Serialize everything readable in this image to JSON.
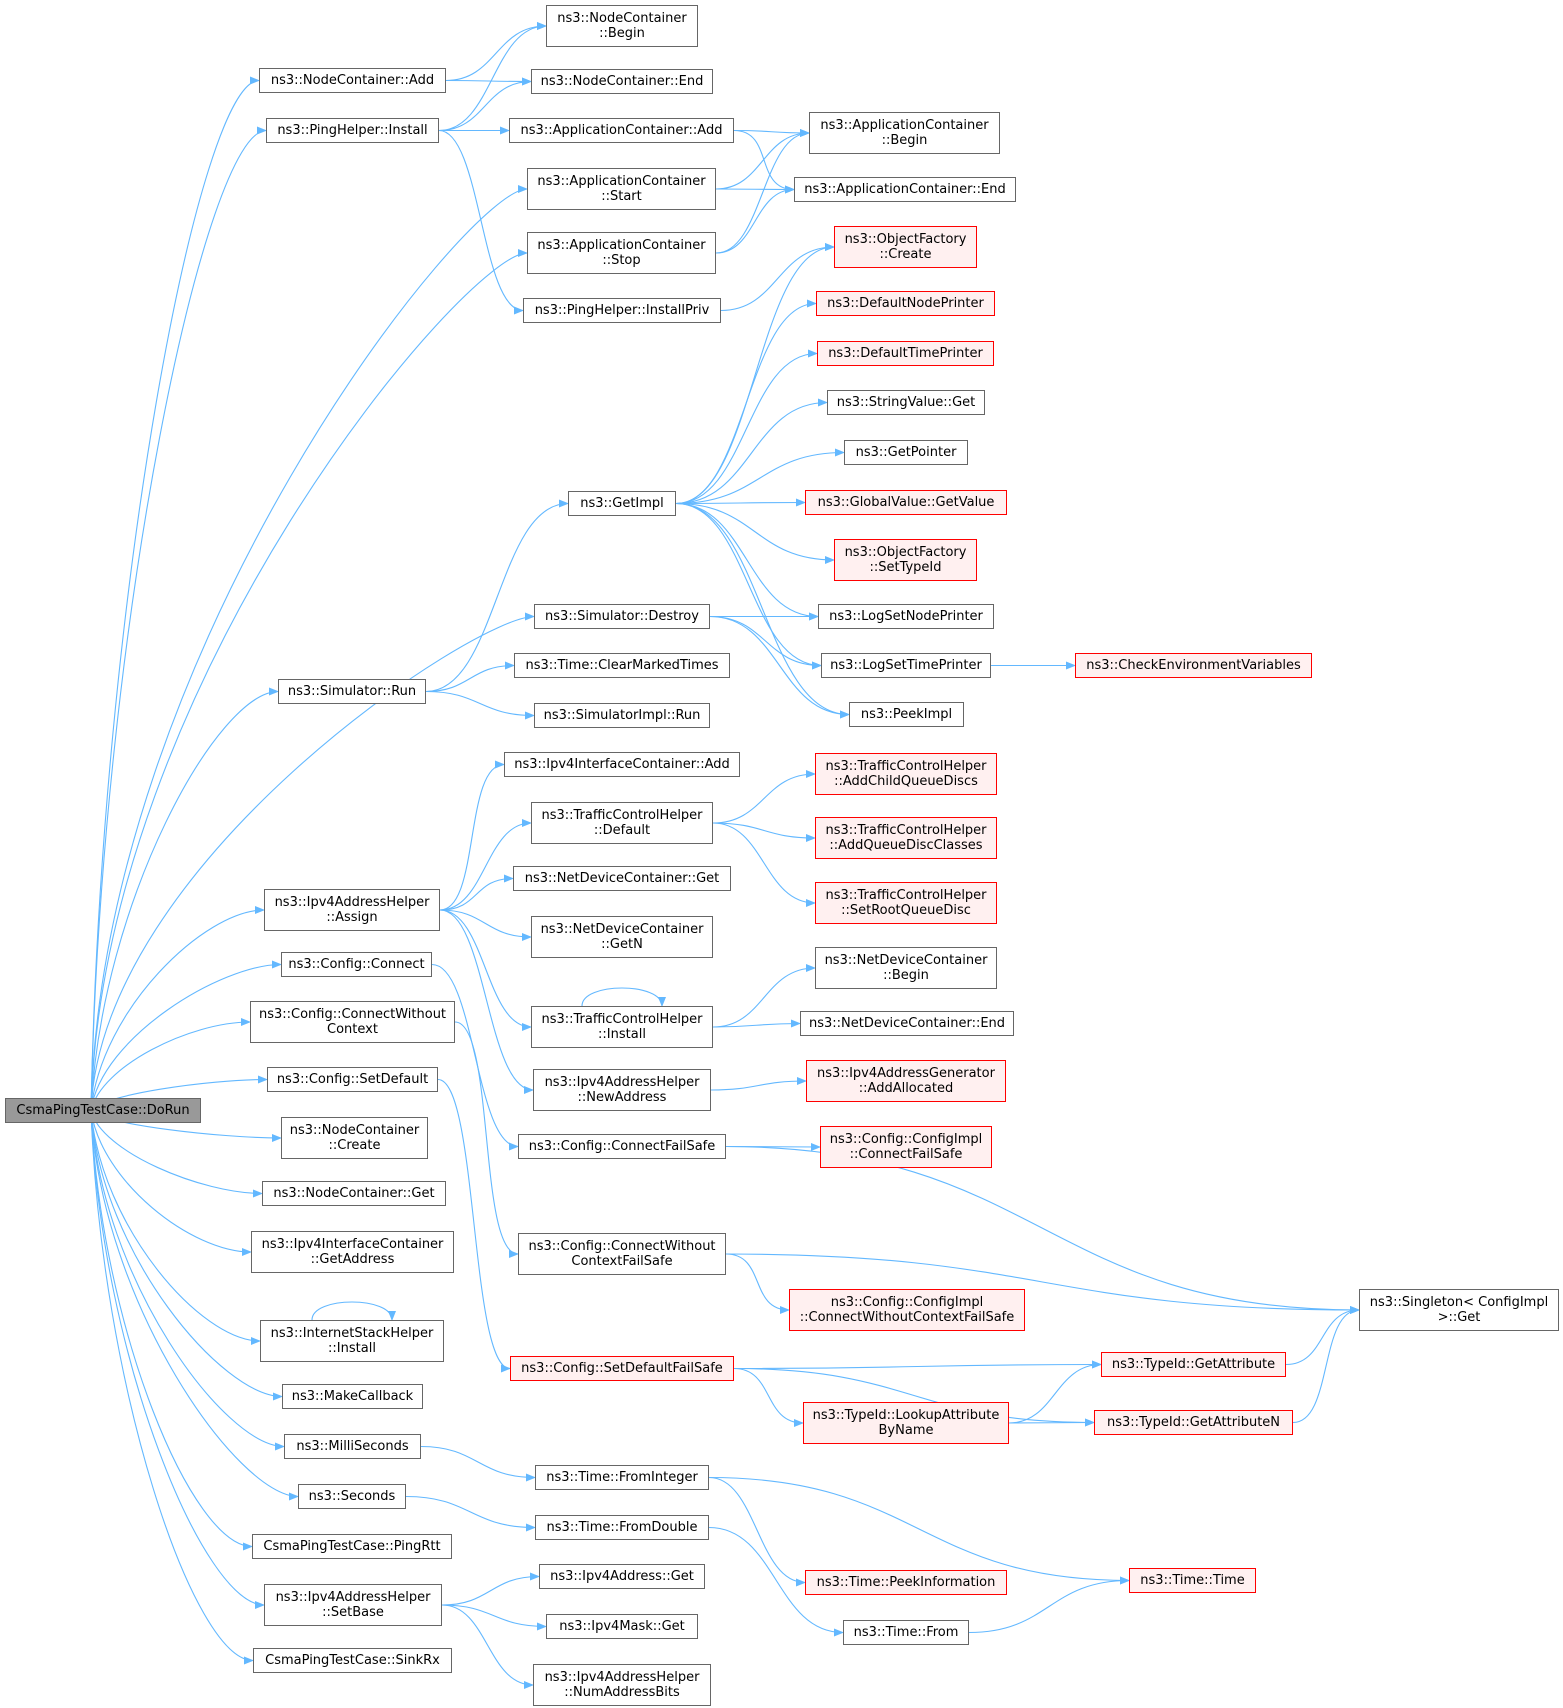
{
  "diagram": {
    "edge_color": "#63b8ff",
    "nodes": [
      {
        "id": "root",
        "lines": [
          "CsmaPingTestCase::DoRun"
        ],
        "style": "root"
      },
      {
        "id": "nc_add",
        "lines": [
          "ns3::NodeContainer::Add"
        ]
      },
      {
        "id": "ph_install",
        "lines": [
          "ns3::PingHelper::Install"
        ]
      },
      {
        "id": "ac_start",
        "lines": [
          "ns3::ApplicationContainer",
          "::Start"
        ]
      },
      {
        "id": "ac_stop",
        "lines": [
          "ns3::ApplicationContainer",
          "::Stop"
        ]
      },
      {
        "id": "sim_destroy",
        "lines": [
          "ns3::Simulator::Destroy"
        ]
      },
      {
        "id": "sim_run",
        "lines": [
          "ns3::Simulator::Run"
        ]
      },
      {
        "id": "ipv4ah_assign",
        "lines": [
          "ns3::Ipv4AddressHelper",
          "::Assign"
        ]
      },
      {
        "id": "cfg_connect",
        "lines": [
          "ns3::Config::Connect"
        ]
      },
      {
        "id": "cfg_connect_wo",
        "lines": [
          "ns3::Config::ConnectWithout",
          "Context"
        ]
      },
      {
        "id": "cfg_setdefault",
        "lines": [
          "ns3::Config::SetDefault"
        ]
      },
      {
        "id": "nc_create",
        "lines": [
          "ns3::NodeContainer",
          "::Create"
        ]
      },
      {
        "id": "nc_get",
        "lines": [
          "ns3::NodeContainer::Get"
        ]
      },
      {
        "id": "ipv4ic_getaddr",
        "lines": [
          "ns3::Ipv4InterfaceContainer",
          "::GetAddress"
        ]
      },
      {
        "id": "ish_install",
        "lines": [
          "ns3::InternetStackHelper",
          "::Install"
        ]
      },
      {
        "id": "makecallback",
        "lines": [
          "ns3::MakeCallback"
        ]
      },
      {
        "id": "millis",
        "lines": [
          "ns3::MilliSeconds"
        ]
      },
      {
        "id": "seconds",
        "lines": [
          "ns3::Seconds"
        ]
      },
      {
        "id": "pingrtt",
        "lines": [
          "CsmaPingTestCase::PingRtt"
        ]
      },
      {
        "id": "ipv4ah_setbase",
        "lines": [
          "ns3::Ipv4AddressHelper",
          "::SetBase"
        ]
      },
      {
        "id": "sinkrx",
        "lines": [
          "CsmaPingTestCase::SinkRx"
        ]
      },
      {
        "id": "nc_begin",
        "lines": [
          "ns3::NodeContainer",
          "::Begin"
        ]
      },
      {
        "id": "nc_end",
        "lines": [
          "ns3::NodeContainer::End"
        ]
      },
      {
        "id": "ac_add",
        "lines": [
          "ns3::ApplicationContainer::Add"
        ]
      },
      {
        "id": "ph_installpriv",
        "lines": [
          "ns3::PingHelper::InstallPriv"
        ]
      },
      {
        "id": "getimpl",
        "lines": [
          "ns3::GetImpl"
        ]
      },
      {
        "id": "time_clear",
        "lines": [
          "ns3::Time::ClearMarkedTimes"
        ]
      },
      {
        "id": "simimpl_run",
        "lines": [
          "ns3::SimulatorImpl::Run"
        ]
      },
      {
        "id": "ipv4ic_add",
        "lines": [
          "ns3::Ipv4InterfaceContainer::Add"
        ]
      },
      {
        "id": "tch_default",
        "lines": [
          "ns3::TrafficControlHelper",
          "::Default"
        ]
      },
      {
        "id": "ndc_get",
        "lines": [
          "ns3::NetDeviceContainer::Get"
        ]
      },
      {
        "id": "ndc_getn",
        "lines": [
          "ns3::NetDeviceContainer",
          "::GetN"
        ]
      },
      {
        "id": "tch_install",
        "lines": [
          "ns3::TrafficControlHelper",
          "::Install"
        ]
      },
      {
        "id": "ipv4ah_newaddr",
        "lines": [
          "ns3::Ipv4AddressHelper",
          "::NewAddress"
        ]
      },
      {
        "id": "cfg_cfs",
        "lines": [
          "ns3::Config::ConnectFailSafe"
        ]
      },
      {
        "id": "cfg_cwcfs",
        "lines": [
          "ns3::Config::ConnectWithout",
          "ContextFailSafe"
        ]
      },
      {
        "id": "cfg_sdfs",
        "lines": [
          "ns3::Config::SetDefaultFailSafe"
        ],
        "style": "red"
      },
      {
        "id": "time_fromint",
        "lines": [
          "ns3::Time::FromInteger"
        ]
      },
      {
        "id": "time_fromdbl",
        "lines": [
          "ns3::Time::FromDouble"
        ]
      },
      {
        "id": "ipv4addr_get",
        "lines": [
          "ns3::Ipv4Address::Get"
        ]
      },
      {
        "id": "ipv4mask_get",
        "lines": [
          "ns3::Ipv4Mask::Get"
        ]
      },
      {
        "id": "ipv4ah_numbits",
        "lines": [
          "ns3::Ipv4AddressHelper",
          "::NumAddressBits"
        ]
      },
      {
        "id": "ac_begin",
        "lines": [
          "ns3::ApplicationContainer",
          "::Begin"
        ]
      },
      {
        "id": "ac_end",
        "lines": [
          "ns3::ApplicationContainer::End"
        ]
      },
      {
        "id": "of_create",
        "lines": [
          "ns3::ObjectFactory",
          "::Create"
        ],
        "style": "red"
      },
      {
        "id": "defnodeprinter",
        "lines": [
          "ns3::DefaultNodePrinter"
        ],
        "style": "red"
      },
      {
        "id": "deftimeprinter",
        "lines": [
          "ns3::DefaultTimePrinter"
        ],
        "style": "red"
      },
      {
        "id": "strval_get",
        "lines": [
          "ns3::StringValue::Get"
        ]
      },
      {
        "id": "getpointer",
        "lines": [
          "ns3::GetPointer"
        ]
      },
      {
        "id": "gv_getvalue",
        "lines": [
          "ns3::GlobalValue::GetValue"
        ],
        "style": "red"
      },
      {
        "id": "of_settypeid",
        "lines": [
          "ns3::ObjectFactory",
          "::SetTypeId"
        ],
        "style": "red"
      },
      {
        "id": "logsetnode",
        "lines": [
          "ns3::LogSetNodePrinter"
        ]
      },
      {
        "id": "logsettime",
        "lines": [
          "ns3::LogSetTimePrinter"
        ]
      },
      {
        "id": "peekimpl",
        "lines": [
          "ns3::PeekImpl"
        ]
      },
      {
        "id": "tch_addchild",
        "lines": [
          "ns3::TrafficControlHelper",
          "::AddChildQueueDiscs"
        ],
        "style": "red"
      },
      {
        "id": "tch_addqdc",
        "lines": [
          "ns3::TrafficControlHelper",
          "::AddQueueDiscClasses"
        ],
        "style": "red"
      },
      {
        "id": "tch_setroot",
        "lines": [
          "ns3::TrafficControlHelper",
          "::SetRootQueueDisc"
        ],
        "style": "red"
      },
      {
        "id": "ndc_begin",
        "lines": [
          "ns3::NetDeviceContainer",
          "::Begin"
        ]
      },
      {
        "id": "ndc_end",
        "lines": [
          "ns3::NetDeviceContainer::End"
        ]
      },
      {
        "id": "ipv4ag_addalloc",
        "lines": [
          "ns3::Ipv4AddressGenerator",
          "::AddAllocated"
        ],
        "style": "red"
      },
      {
        "id": "cfgimpl_cfs",
        "lines": [
          "ns3::Config::ConfigImpl",
          "::ConnectFailSafe"
        ],
        "style": "red"
      },
      {
        "id": "cfgimpl_cwcfs",
        "lines": [
          "ns3::Config::ConfigImpl",
          "::ConnectWithoutContextFailSafe"
        ],
        "style": "red"
      },
      {
        "id": "typeid_lookup",
        "lines": [
          "ns3::TypeId::LookupAttribute",
          "ByName"
        ],
        "style": "red"
      },
      {
        "id": "time_peekinfo",
        "lines": [
          "ns3::Time::PeekInformation"
        ],
        "style": "red"
      },
      {
        "id": "time_from",
        "lines": [
          "ns3::Time::From"
        ]
      },
      {
        "id": "checkenv",
        "lines": [
          "ns3::CheckEnvironmentVariables"
        ],
        "style": "red"
      },
      {
        "id": "singleton_get",
        "lines": [
          "ns3::Singleton< ConfigImpl",
          ">::Get"
        ]
      },
      {
        "id": "typeid_getattr",
        "lines": [
          "ns3::TypeId::GetAttribute"
        ],
        "style": "red"
      },
      {
        "id": "typeid_getattrn",
        "lines": [
          "ns3::TypeId::GetAttributeN"
        ],
        "style": "red"
      },
      {
        "id": "time_time",
        "lines": [
          "ns3::Time::Time"
        ],
        "style": "red"
      }
    ],
    "edges": [
      [
        "root",
        "nc_add"
      ],
      [
        "root",
        "ph_install"
      ],
      [
        "root",
        "ac_start"
      ],
      [
        "root",
        "ac_stop"
      ],
      [
        "root",
        "sim_destroy"
      ],
      [
        "root",
        "sim_run"
      ],
      [
        "root",
        "ipv4ah_assign"
      ],
      [
        "root",
        "cfg_connect"
      ],
      [
        "root",
        "cfg_connect_wo"
      ],
      [
        "root",
        "cfg_setdefault"
      ],
      [
        "root",
        "nc_create"
      ],
      [
        "root",
        "nc_get"
      ],
      [
        "root",
        "ipv4ic_getaddr"
      ],
      [
        "root",
        "ish_install"
      ],
      [
        "root",
        "makecallback"
      ],
      [
        "root",
        "millis"
      ],
      [
        "root",
        "seconds"
      ],
      [
        "root",
        "pingrtt"
      ],
      [
        "root",
        "ipv4ah_setbase"
      ],
      [
        "root",
        "sinkrx"
      ],
      [
        "nc_add",
        "nc_begin"
      ],
      [
        "nc_add",
        "nc_end"
      ],
      [
        "ph_install",
        "nc_begin"
      ],
      [
        "ph_install",
        "nc_end"
      ],
      [
        "ph_install",
        "ac_add"
      ],
      [
        "ph_install",
        "ph_installpriv"
      ],
      [
        "ac_add",
        "ac_begin"
      ],
      [
        "ac_add",
        "ac_end"
      ],
      [
        "ac_start",
        "ac_begin"
      ],
      [
        "ac_start",
        "ac_end"
      ],
      [
        "ac_stop",
        "ac_begin"
      ],
      [
        "ac_stop",
        "ac_end"
      ],
      [
        "ph_installpriv",
        "of_create"
      ],
      [
        "sim_destroy",
        "logsetnode"
      ],
      [
        "sim_destroy",
        "logsettime"
      ],
      [
        "sim_destroy",
        "peekimpl"
      ],
      [
        "sim_run",
        "getimpl"
      ],
      [
        "sim_run",
        "time_clear"
      ],
      [
        "sim_run",
        "simimpl_run"
      ],
      [
        "getimpl",
        "of_create"
      ],
      [
        "getimpl",
        "defnodeprinter"
      ],
      [
        "getimpl",
        "deftimeprinter"
      ],
      [
        "getimpl",
        "strval_get"
      ],
      [
        "getimpl",
        "getpointer"
      ],
      [
        "getimpl",
        "gv_getvalue"
      ],
      [
        "getimpl",
        "of_settypeid"
      ],
      [
        "getimpl",
        "logsetnode"
      ],
      [
        "getimpl",
        "logsettime"
      ],
      [
        "getimpl",
        "peekimpl"
      ],
      [
        "logsettime",
        "checkenv"
      ],
      [
        "ipv4ah_assign",
        "ipv4ic_add"
      ],
      [
        "ipv4ah_assign",
        "tch_default"
      ],
      [
        "ipv4ah_assign",
        "ndc_get"
      ],
      [
        "ipv4ah_assign",
        "ndc_getn"
      ],
      [
        "ipv4ah_assign",
        "tch_install"
      ],
      [
        "ipv4ah_assign",
        "ipv4ah_newaddr"
      ],
      [
        "tch_default",
        "tch_addchild"
      ],
      [
        "tch_default",
        "tch_addqdc"
      ],
      [
        "tch_default",
        "tch_setroot"
      ],
      [
        "tch_install",
        "ndc_begin"
      ],
      [
        "tch_install",
        "ndc_end"
      ],
      [
        "tch_install",
        "tch_install"
      ],
      [
        "ipv4ah_newaddr",
        "ipv4ag_addalloc"
      ],
      [
        "cfg_connect",
        "cfg_cfs"
      ],
      [
        "cfg_connect_wo",
        "cfg_cwcfs"
      ],
      [
        "cfg_setdefault",
        "cfg_sdfs"
      ],
      [
        "cfg_cfs",
        "cfgimpl_cfs"
      ],
      [
        "cfg_cfs",
        "singleton_get"
      ],
      [
        "cfg_cwcfs",
        "cfgimpl_cwcfs"
      ],
      [
        "cfg_cwcfs",
        "singleton_get"
      ],
      [
        "cfg_sdfs",
        "typeid_getattr"
      ],
      [
        "cfg_sdfs",
        "typeid_lookup"
      ],
      [
        "cfg_sdfs",
        "typeid_getattrn"
      ],
      [
        "typeid_lookup",
        "typeid_getattr"
      ],
      [
        "typeid_lookup",
        "typeid_getattrn"
      ],
      [
        "typeid_getattr",
        "singleton_get"
      ],
      [
        "typeid_getattrn",
        "singleton_get"
      ],
      [
        "ish_install",
        "ish_install"
      ],
      [
        "millis",
        "time_fromint"
      ],
      [
        "seconds",
        "time_fromdbl"
      ],
      [
        "time_fromint",
        "time_peekinfo"
      ],
      [
        "time_fromint",
        "time_time"
      ],
      [
        "time_fromdbl",
        "time_from"
      ],
      [
        "time_from",
        "time_time"
      ],
      [
        "ipv4ah_setbase",
        "ipv4addr_get"
      ],
      [
        "ipv4ah_setbase",
        "ipv4mask_get"
      ],
      [
        "ipv4ah_setbase",
        "ipv4ah_numbits"
      ]
    ]
  }
}
